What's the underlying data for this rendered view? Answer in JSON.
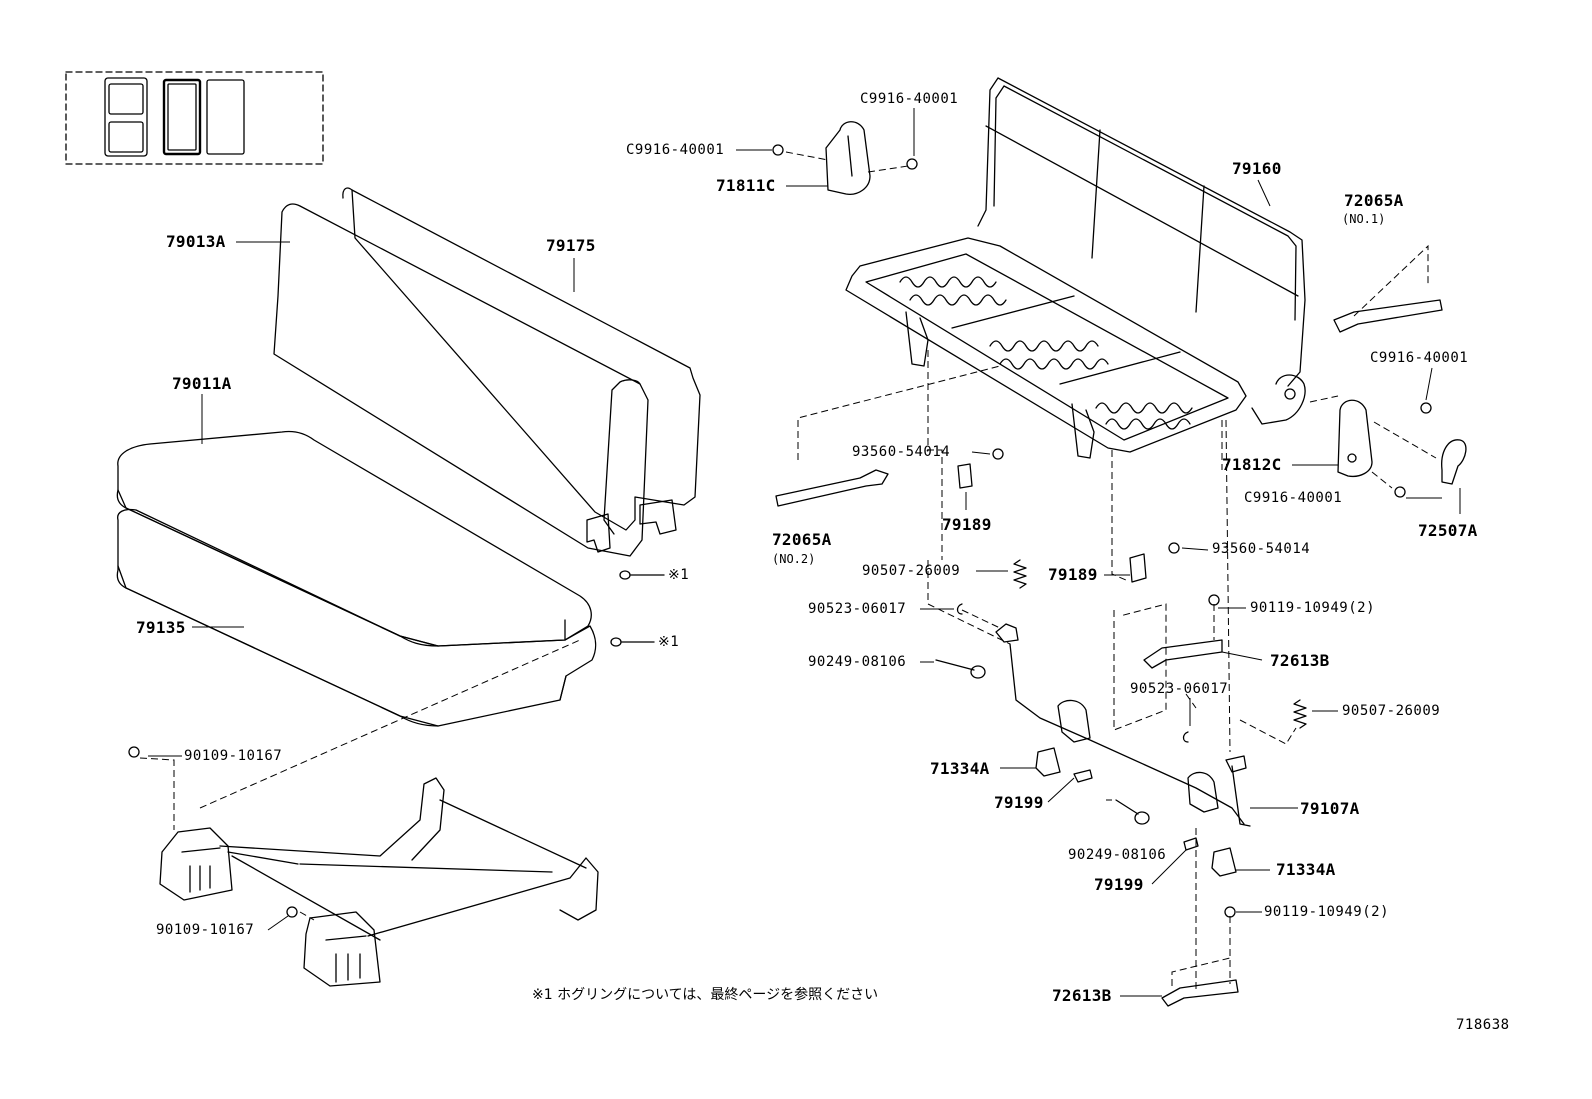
{
  "labels": {
    "l79013a": "79013A",
    "l79175": "79175",
    "l79011a": "79011A",
    "l79135": "79135",
    "mark1a": "※1",
    "mark1b": "※1",
    "c9916_a": "C9916-40001",
    "c9916_b": "C9916-40001",
    "l71811c": "71811C",
    "l79160": "79160",
    "l72065a1": "72065A",
    "l72065a1_note": "(NO.1)",
    "c9916_c": "C9916-40001",
    "l93560_a": "93560-54014",
    "l79189_a": "79189",
    "l72065a2": "72065A",
    "l72065a2_note": "(NO.2)",
    "l71812c": "71812C",
    "c9916_d": "C9916-40001",
    "l72507a": "72507A",
    "l93560_b": "93560-54014",
    "l90507_a": "90507-26009",
    "l79189_b": "79189",
    "l90523_a": "90523-06017",
    "l90119_a": "90119-10949(2)",
    "l90249_a": "90249-08106",
    "l72613b_a": "72613B",
    "l90523_b": "90523-06017",
    "l90507_b": "90507-26009",
    "l90109_a": "90109-10167",
    "l71334a_a": "71334A",
    "l79199_a": "79199",
    "l79107a": "79107A",
    "l90249_b": "90249-08106",
    "l79199_b": "79199",
    "l71334a_b": "71334A",
    "l90119_b": "90119-10949(2)",
    "l90109_b": "90109-10167",
    "l72613b_b": "72613B",
    "footnote": "※1 ホグリングについては、最終ページを参照ください",
    "figure_id": "718638"
  }
}
